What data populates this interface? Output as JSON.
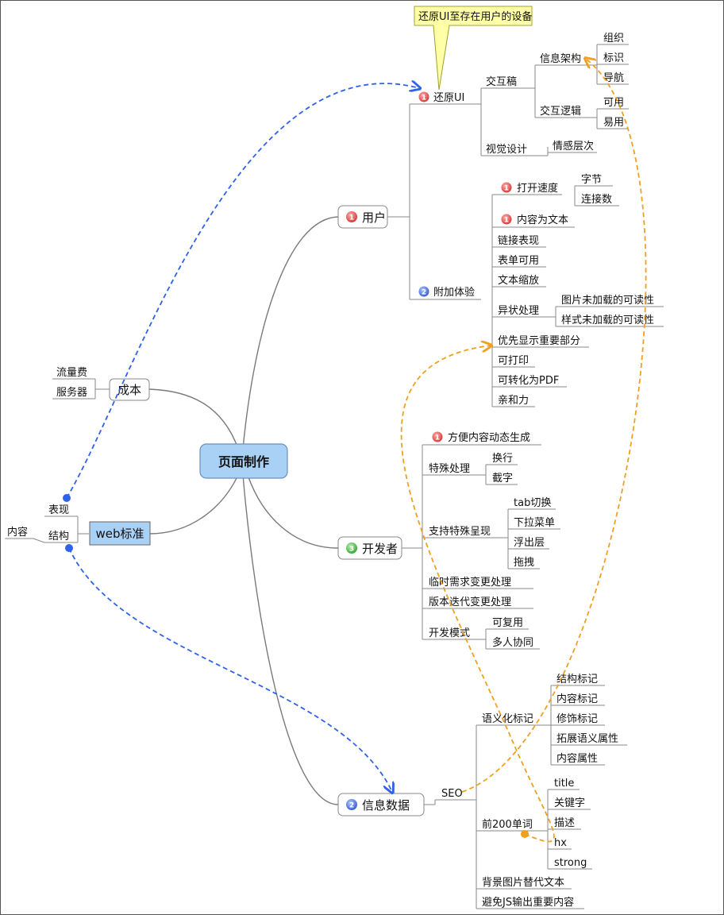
{
  "central": "页面制作",
  "callout": "还原UI至存在用户的设备",
  "user": {
    "label": "用户",
    "priority": "1",
    "restore": {
      "label": "还原UI",
      "priority": "1",
      "interaction": "交互稿",
      "info_arch": "信息架构",
      "info_arch_items": [
        "组织",
        "标识",
        "导航"
      ],
      "logic": "交互逻辑",
      "logic_items": [
        "可用",
        "易用"
      ],
      "visual": "视觉设计",
      "visual_item": "情感层次"
    },
    "extra": {
      "label": "附加体验",
      "priority": "2",
      "speed": "打开速度",
      "speed_priority": "1",
      "speed_items": [
        "字节",
        "连接数"
      ],
      "text_content": "内容为文本",
      "text_content_priority": "1",
      "items_a": [
        "链接表现",
        "表单可用",
        "文本缩放"
      ],
      "exception": "异状处理",
      "exception_items": [
        "图片未加载的可读性",
        "样式未加载的可读性"
      ],
      "items_b": [
        "优先显示重要部分",
        "可打印",
        "可转化为PDF",
        "亲和力"
      ]
    }
  },
  "cost": {
    "label": "成本",
    "items": [
      "流量费",
      "服务器"
    ]
  },
  "web_std": {
    "label": "web标准",
    "presentation": "表现",
    "structure": "结构",
    "content": "内容"
  },
  "developer": {
    "label": "开发者",
    "priority": "3",
    "dynamic": "方便内容动态生成",
    "dynamic_priority": "1",
    "special": "特殊处理",
    "special_items": [
      "换行",
      "截字"
    ],
    "present": "支持特殊呈现",
    "present_items": [
      "tab切换",
      "下拉菜单",
      "浮出层",
      "拖拽"
    ],
    "temp": "临时需求变更处理",
    "version": "版本迭代变更处理",
    "mode": "开发模式",
    "mode_items": [
      "可复用",
      "多人协同"
    ]
  },
  "info": {
    "label": "信息数据",
    "priority": "2",
    "seo": "SEO",
    "semantic": "语义化标记",
    "semantic_items": [
      "结构标记",
      "内容标记",
      "修饰标记",
      "拓展语义属性",
      "内容属性"
    ],
    "first200": "前200单词",
    "first200_items": [
      "title",
      "关键字",
      "描述",
      "hx",
      "strong"
    ],
    "bg_text": "背景图片替代文本",
    "avoid_js": "避免JS输出重要内容"
  },
  "colors": {
    "blue_link": "#2f62e8",
    "orange_link": "#f0a020",
    "central_fill": "#a9d0f5",
    "callout_fill": "#ffffa8"
  }
}
